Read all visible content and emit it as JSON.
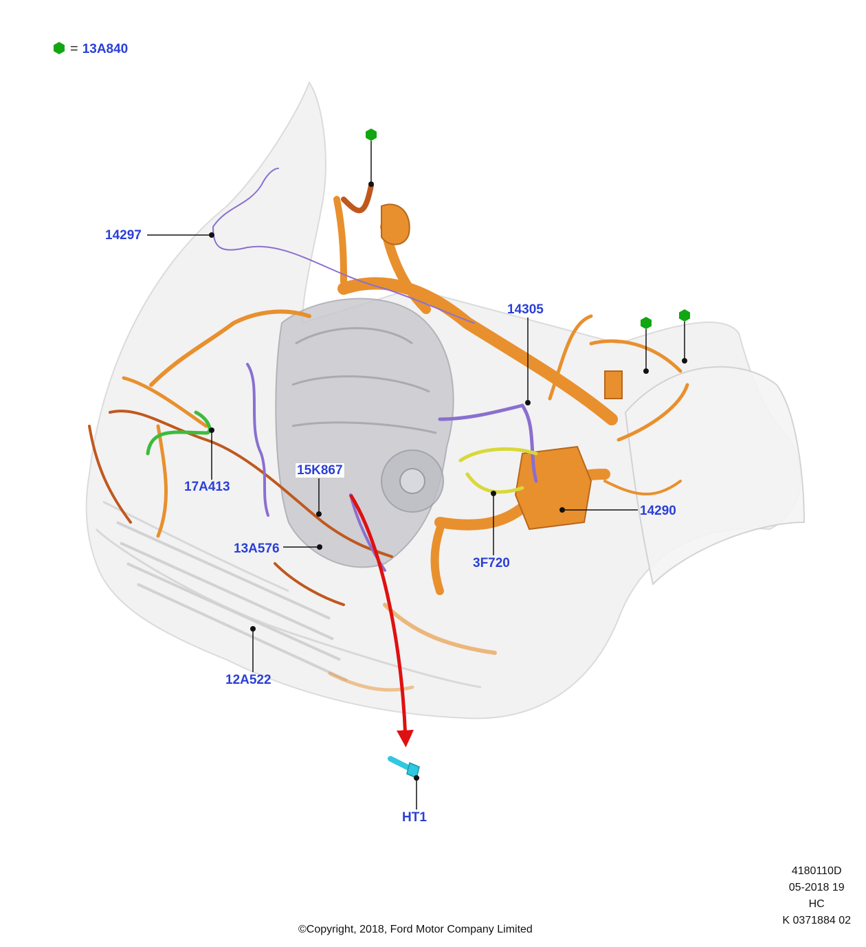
{
  "legend": {
    "symbol": "=",
    "code": "13A840",
    "marker_color": "#12a612"
  },
  "labels": {
    "l14297": "14297",
    "l14305": "14305",
    "l17A413": "17A413",
    "l15K867": "15K867",
    "l13A576": "13A576",
    "l14290": "14290",
    "l3F720": "3F720",
    "l12A522": "12A522",
    "lHT1": "HT1"
  },
  "meta": {
    "line1": "4180110D",
    "line2": "05-2018 19",
    "line3": "HC",
    "line4": "K 0371884 02"
  },
  "copyright": "©Copyright, 2018, Ford Motor Company Limited",
  "colors": {
    "label_blue": "#2a3fd6",
    "harness_orange": "#e8902e",
    "harness_dark": "#c0581e",
    "harness_purple": "#8a6fd0",
    "harness_green": "#3dbb3d",
    "harness_yellow": "#d8d83a",
    "arrow_red": "#e01010",
    "bolt_cyan": "#30c8e0"
  }
}
